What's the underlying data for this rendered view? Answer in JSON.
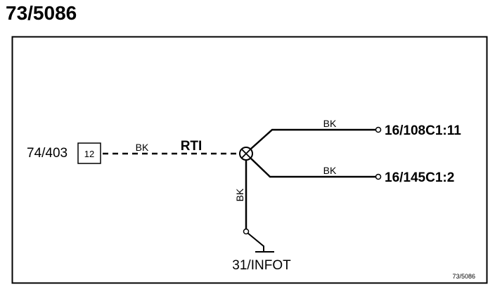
{
  "page_title": "73/5086",
  "connector": {
    "ref": "74/403",
    "pin": "12"
  },
  "wires": {
    "main": {
      "color_code": "BK",
      "signal": "RTI"
    },
    "upper_branch": {
      "color_code": "BK",
      "destination": "16/108C1:11"
    },
    "lower_branch": {
      "color_code": "BK",
      "destination": "16/145C1:2"
    },
    "ground_branch": {
      "color_code": "BK",
      "destination": "31/INFOT"
    }
  },
  "footer_ref": "73/5086",
  "colors": {
    "line": "#000000",
    "background": "#ffffff"
  }
}
